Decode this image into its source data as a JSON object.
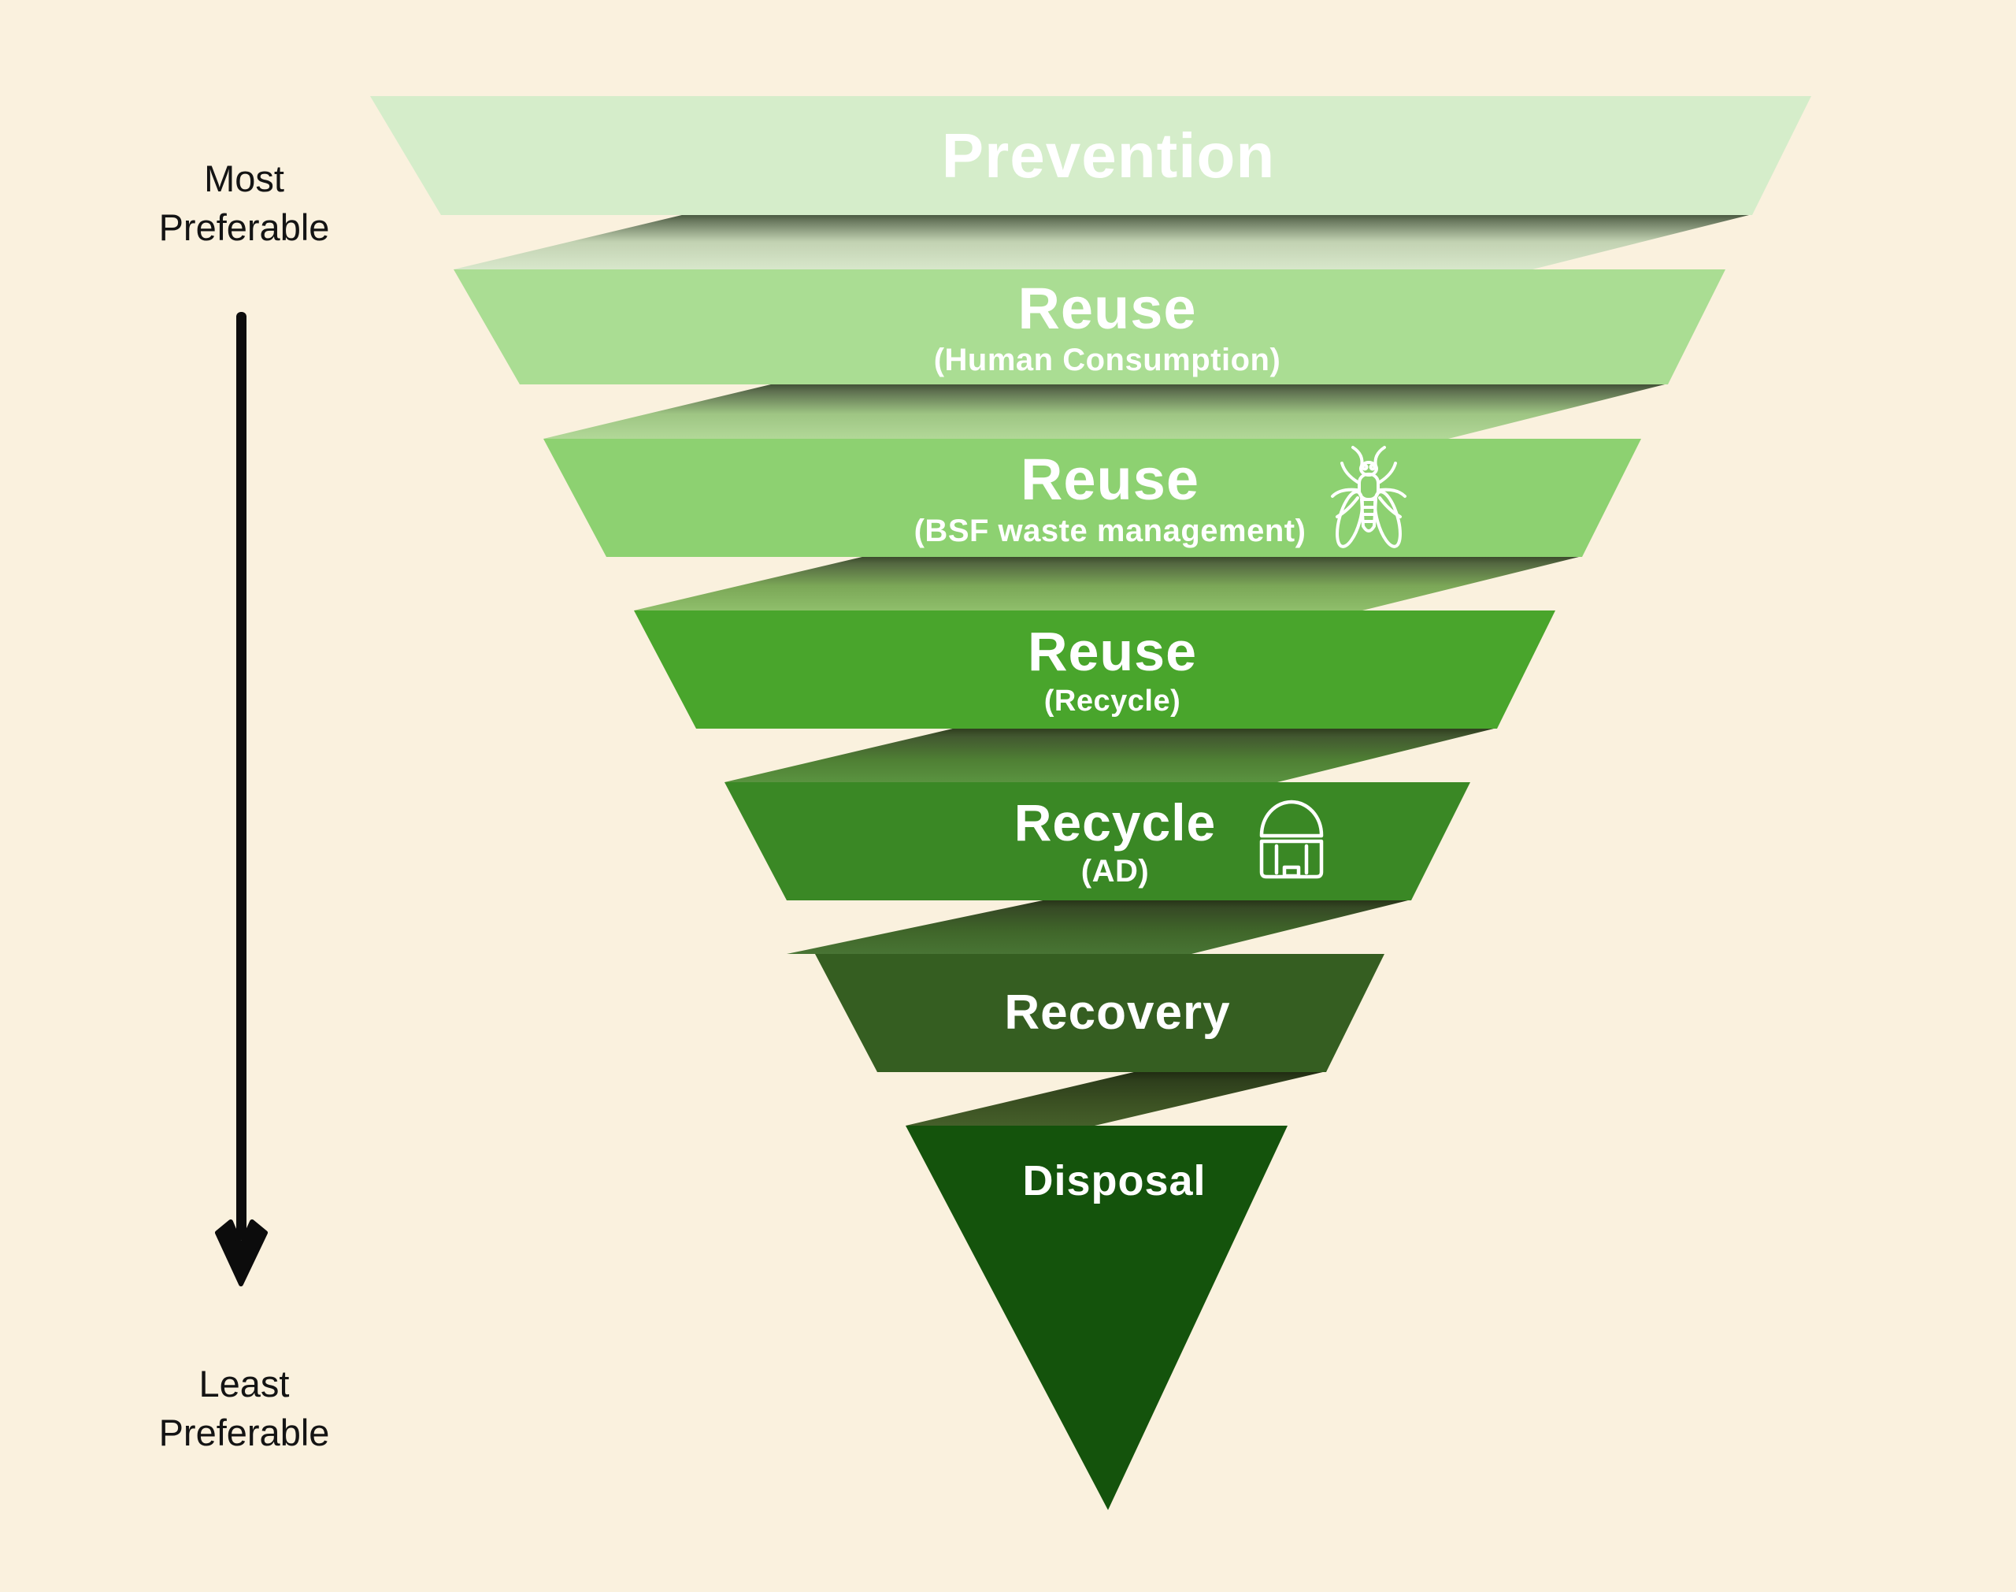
{
  "diagram": {
    "type": "inverted-funnel-waste-hierarchy",
    "background_color": "#faf1de",
    "label_text_color": "#ffffff"
  },
  "side": {
    "most_line1": "Most",
    "most_line2": "Preferable",
    "least_line1": "Least",
    "least_line2": "Preferable",
    "arrow_icon": "down-arrow",
    "arrow_color": "#0c0c0c"
  },
  "funnel": {
    "levels": [
      {
        "label": "Prevention",
        "sub": "",
        "color": "#d5edca",
        "icon": ""
      },
      {
        "label": "Reuse",
        "sub": "(Human Consumption)",
        "color": "#aadd93",
        "icon": ""
      },
      {
        "label": "Reuse",
        "sub": "(BSF waste management)",
        "color": "#8dd171",
        "icon": "black-soldier-fly"
      },
      {
        "label": "Reuse",
        "sub": "(Recycle)",
        "color": "#49a52c",
        "icon": ""
      },
      {
        "label": "Recycle",
        "sub": "(AD)",
        "color": "#3a8825",
        "icon": "anaerobic-digester-dome"
      },
      {
        "label": "Recovery",
        "sub": "",
        "color": "#355e21",
        "icon": ""
      },
      {
        "label": "Disposal",
        "sub": "",
        "color": "#14530c",
        "icon": ""
      }
    ]
  }
}
